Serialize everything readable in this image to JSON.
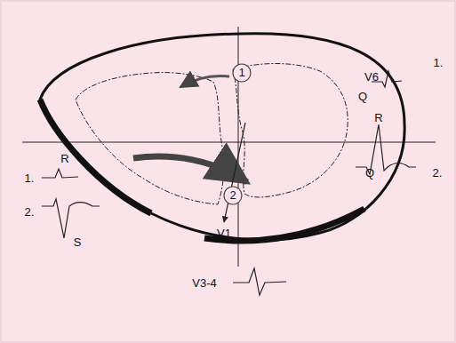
{
  "diagram": {
    "nodes": [
      {
        "text": [
          "1"
        ]
      },
      {
        "text": [
          "2"
        ]
      }
    ],
    "labels": [
      "1.",
      "V6",
      "Q",
      "R",
      "Q",
      "2.",
      "R",
      "1.",
      "2.",
      "S",
      "V1",
      "V3-4"
    ]
  }
}
